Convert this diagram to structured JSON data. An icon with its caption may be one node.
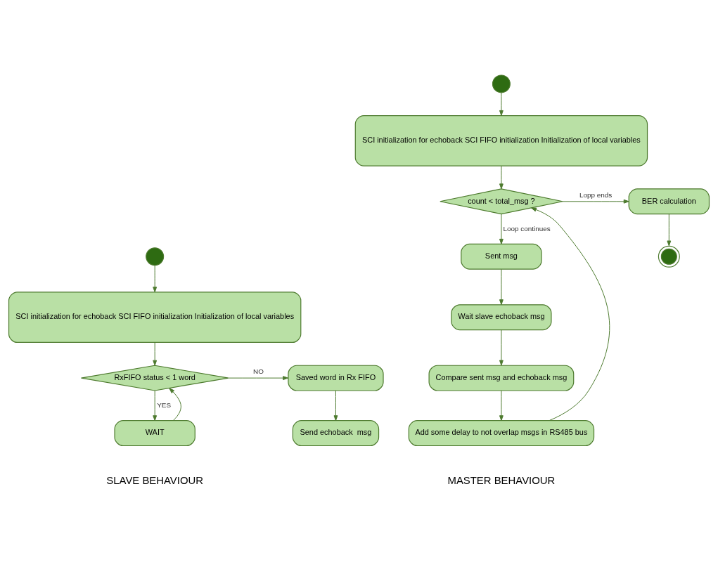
{
  "diagram": {
    "nodes": [
      {
        "text": [],
        "shape": "circle"
      },
      {
        "text": [
          "SCI initialization for echoback SCI FIFO initialization Initialization of local variables"
        ]
      },
      {
        "text": [
          "RxFIFO status < 1 word"
        ]
      },
      {
        "text": [
          "Saved word in Rx FIFO"
        ]
      },
      {
        "text": [
          "Send echoback  msg"
        ]
      },
      {
        "text": [
          "WAIT"
        ]
      },
      {
        "text": [],
        "shape": "circle"
      },
      {
        "text": [
          "SCI initialization for echoback SCI FIFO initialization Initialization of local variables"
        ]
      },
      {
        "text": [
          "count < total_msg ?"
        ]
      },
      {
        "text": [
          "BER calculation"
        ]
      },
      {
        "text": [],
        "shape": "circle"
      },
      {
        "text": [
          "Sent msg"
        ]
      },
      {
        "text": [
          "Wait slave echoback msg"
        ]
      },
      {
        "text": [
          "Compare sent msg and echoback msg"
        ]
      },
      {
        "text": [
          "Add some delay to not overlap msgs in RS485 bus"
        ]
      }
    ],
    "edges": [
      {
        "from": 0,
        "to": 1,
        "arrow": "to"
      },
      {
        "from": 1,
        "to": 2,
        "arrow": "to"
      },
      {
        "from": 2,
        "to": 3,
        "arrow": "to",
        "label": "NO"
      },
      {
        "from": 3,
        "to": 4,
        "arrow": "to"
      },
      {
        "from": 2,
        "to": 5,
        "arrow": "to",
        "label": "YES"
      },
      {
        "from": 5,
        "to": 2,
        "arrow": "to"
      },
      {
        "from": 6,
        "to": 7,
        "arrow": "to"
      },
      {
        "from": 7,
        "to": 8,
        "arrow": "to"
      },
      {
        "from": 8,
        "to": 9,
        "arrow": "to",
        "label": "Lopp ends"
      },
      {
        "from": 9,
        "to": 10,
        "arrow": "to"
      },
      {
        "from": 8,
        "to": 11,
        "arrow": "to",
        "label": "Loop continues"
      },
      {
        "from": 11,
        "to": 12,
        "arrow": "to"
      },
      {
        "from": 12,
        "to": 13,
        "arrow": "to"
      },
      {
        "from": 13,
        "to": 14,
        "arrow": "to"
      },
      {
        "from": 14,
        "to": 8,
        "arrow": "to"
      }
    ],
    "labels": [
      "SLAVE BEHAVIOUR",
      "MASTER BEHAVIOUR"
    ]
  }
}
